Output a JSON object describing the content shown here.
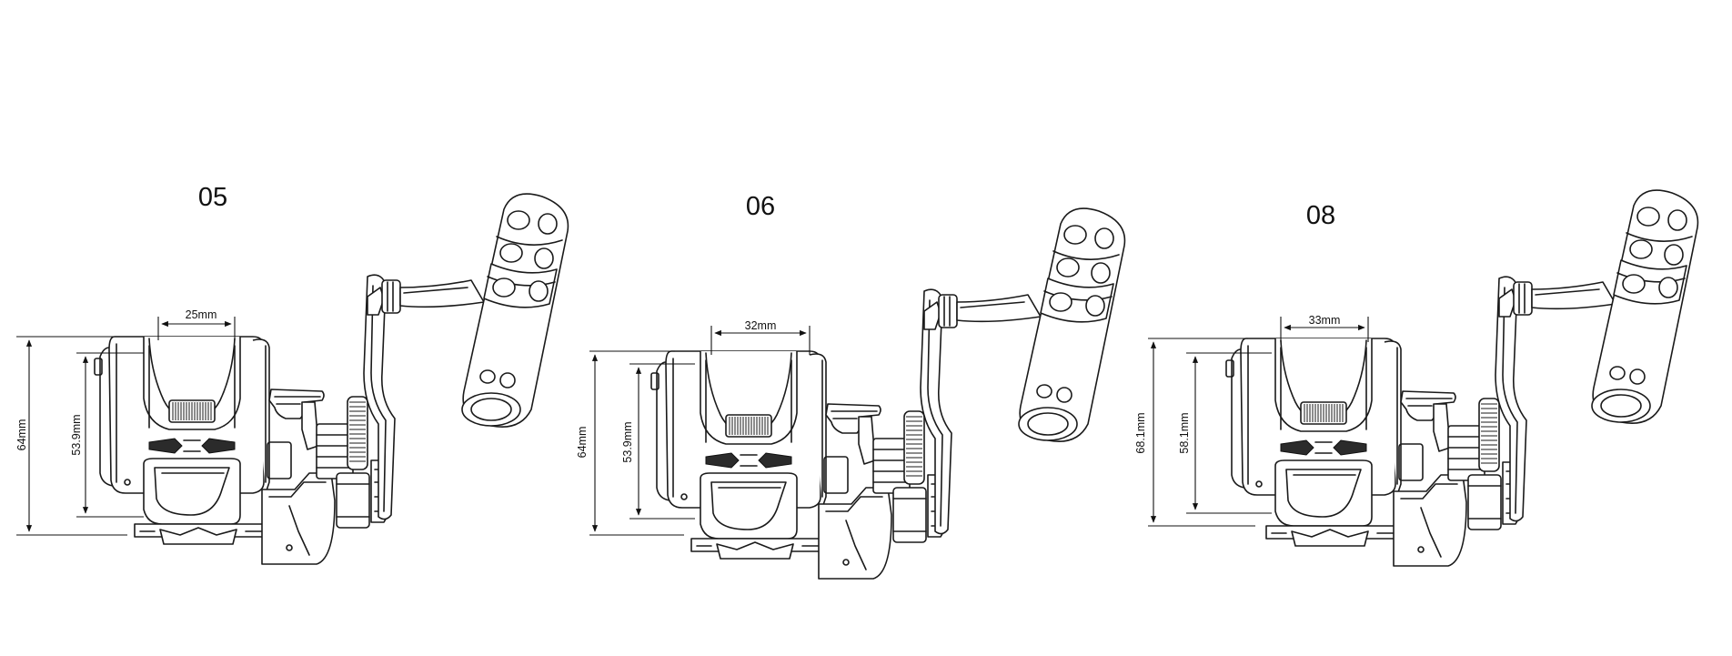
{
  "models": [
    {
      "label": "05",
      "height": "64mm",
      "inner_height": "53.9mm",
      "width": "25mm"
    },
    {
      "label": "06",
      "height": "64mm",
      "inner_height": "53.9mm",
      "width": "32mm"
    },
    {
      "label": "08",
      "height": "68.1mm",
      "inner_height": "58.1mm",
      "width": "33mm"
    }
  ]
}
